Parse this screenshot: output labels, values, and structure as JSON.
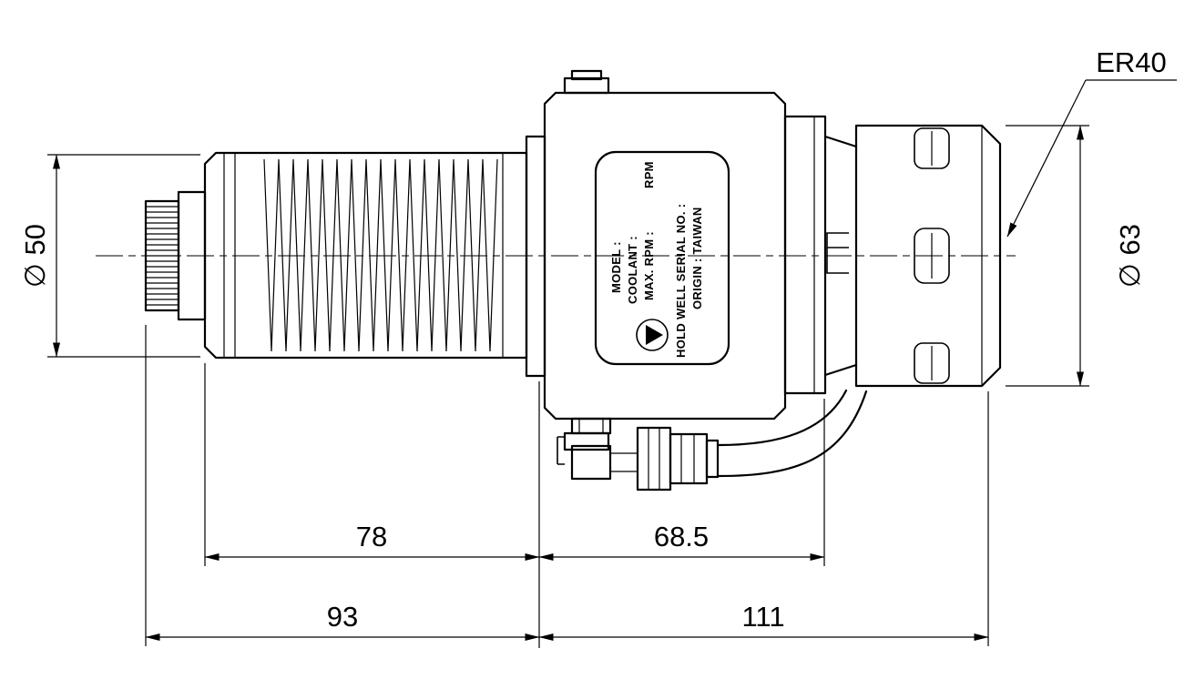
{
  "drawing": {
    "background": "#ffffff",
    "line_color": "#000000",
    "dimensions": {
      "dia_shank": "∅ 50",
      "dia_nut": "∅ 63",
      "collet_label": "ER40",
      "thread_length": "78",
      "housing_length": "68.5",
      "left_length": "93",
      "right_length": "111"
    },
    "nameplate": {
      "model": "MODEL :",
      "coolant": "COOLANT :",
      "max_rpm": "MAX. RPM :",
      "rpm_unit": "RPM",
      "serial": "HOLD WELL SERIAL NO. :",
      "origin": "ORIGIN : TAIWAN",
      "logo": "holdwell-triangle-logo"
    }
  }
}
